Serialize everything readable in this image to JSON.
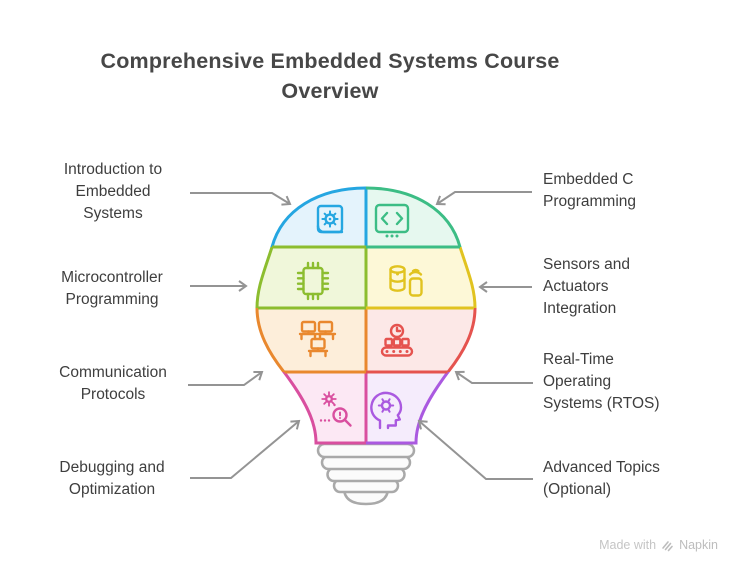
{
  "title": "Comprehensive Embedded Systems Course Overview",
  "topics": [
    {
      "name": "introduction",
      "label": "Introduction to\nEmbedded\nSystems",
      "color": "#25a6e1",
      "fill": "#e4f3fc",
      "icon": "book-gear-icon"
    },
    {
      "name": "embedded-c",
      "label": "Embedded C\nProgramming",
      "color": "#3cbd85",
      "fill": "#e6f8ef",
      "icon": "code-window-icon"
    },
    {
      "name": "microcontroller",
      "label": "Microcontroller\nProgramming",
      "color": "#8cbd2f",
      "fill": "#f0f7da",
      "icon": "chip-icon"
    },
    {
      "name": "sensors",
      "label": "Sensors and\nActuators\nIntegration",
      "color": "#e1c320",
      "fill": "#fdf8d7",
      "icon": "sensor-remote-icon"
    },
    {
      "name": "communication",
      "label": "Communication\nProtocols",
      "color": "#e9882e",
      "fill": "#fdeeda",
      "icon": "workstations-icon"
    },
    {
      "name": "rtos",
      "label": "Real-Time\nOperating\nSystems (RTOS)",
      "color": "#e5534f",
      "fill": "#fce8e7",
      "icon": "conveyor-clock-icon"
    },
    {
      "name": "debugging",
      "label": "Debugging and\nOptimization",
      "color": "#d94f9f",
      "fill": "#fce8f4",
      "icon": "bug-magnifier-icon"
    },
    {
      "name": "advanced",
      "label": "Advanced Topics\n(Optional)",
      "color": "#aa59e0",
      "fill": "#f5ecfc",
      "icon": "head-gear-icon"
    }
  ],
  "colors": {
    "arrow": "#949494",
    "base_stroke": "#a9a9a9",
    "base_fill": "#fbfbfb",
    "title_text": "#474747",
    "label_text": "#3e3e3e",
    "watermark_text": "#c5c5c5"
  },
  "watermark": {
    "prefix": "Made with",
    "brand": "Napkin"
  }
}
